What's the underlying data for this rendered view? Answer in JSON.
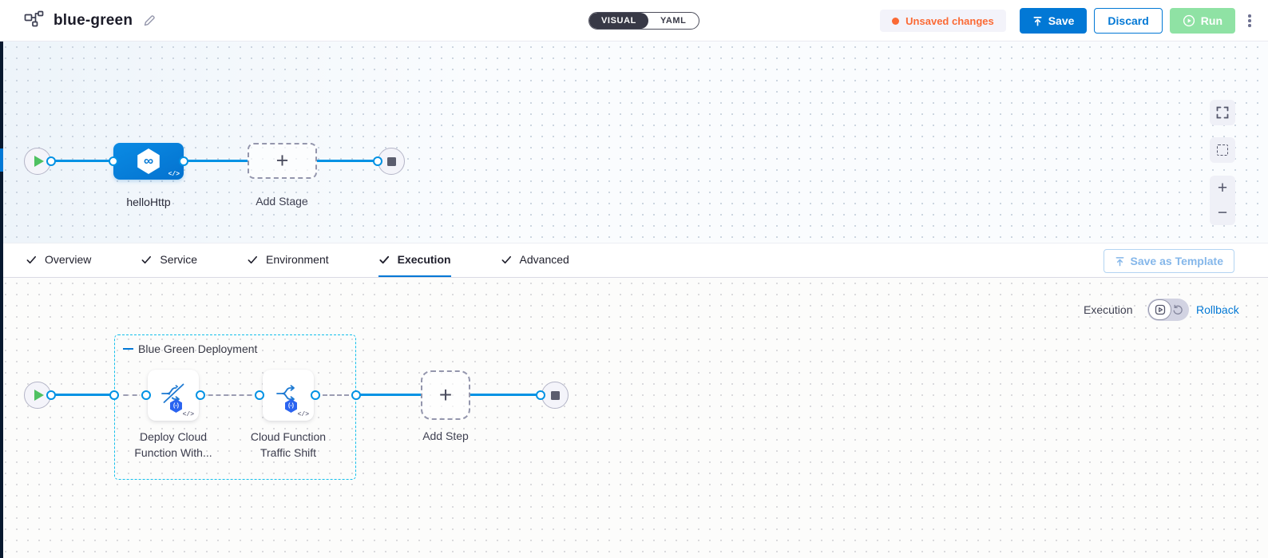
{
  "header": {
    "title": "blue-green",
    "view_toggle": {
      "visual_label": "VISUAL",
      "yaml_label": "YAML"
    },
    "unsaved_changes_label": "Unsaved changes",
    "save_label": "Save",
    "discard_label": "Discard",
    "run_label": "Run"
  },
  "stage_pipeline": {
    "stage_name": "helloHttp",
    "add_stage_label": "Add Stage",
    "plus_glyph": "+",
    "stage_icon_glyph": "∞",
    "code_icon_glyph": "</>"
  },
  "canvas_controls": {
    "zoom_in_glyph": "+",
    "zoom_out_glyph": "−"
  },
  "tabs": [
    {
      "label": "Overview",
      "active": false
    },
    {
      "label": "Service",
      "active": false
    },
    {
      "label": "Environment",
      "active": false
    },
    {
      "label": "Execution",
      "active": true
    },
    {
      "label": "Advanced",
      "active": false
    }
  ],
  "save_as_template_label": "Save as Template",
  "execution_tab": {
    "mode_label": "Execution",
    "rollback_label": "Rollback",
    "group_label": "Blue Green Deployment",
    "steps": [
      {
        "label_line1": "Deploy Cloud",
        "label_line2": "Function With..."
      },
      {
        "label_line1": "Cloud Function",
        "label_line2": "Traffic Shift"
      }
    ],
    "add_step_label": "Add Step",
    "plus_glyph": "+",
    "gcf_badge_glyph": "(-)",
    "code_icon_glyph": "</>"
  },
  "colors": {
    "primary_blue": "#0278d5",
    "edge_blue": "#0092e4",
    "accent_orange": "#fb6a35",
    "run_green": "#8fe2a4",
    "group_border_cyan": "#14bfec",
    "dark_nav": "#07182e",
    "stage_fill": "#0582d8"
  }
}
